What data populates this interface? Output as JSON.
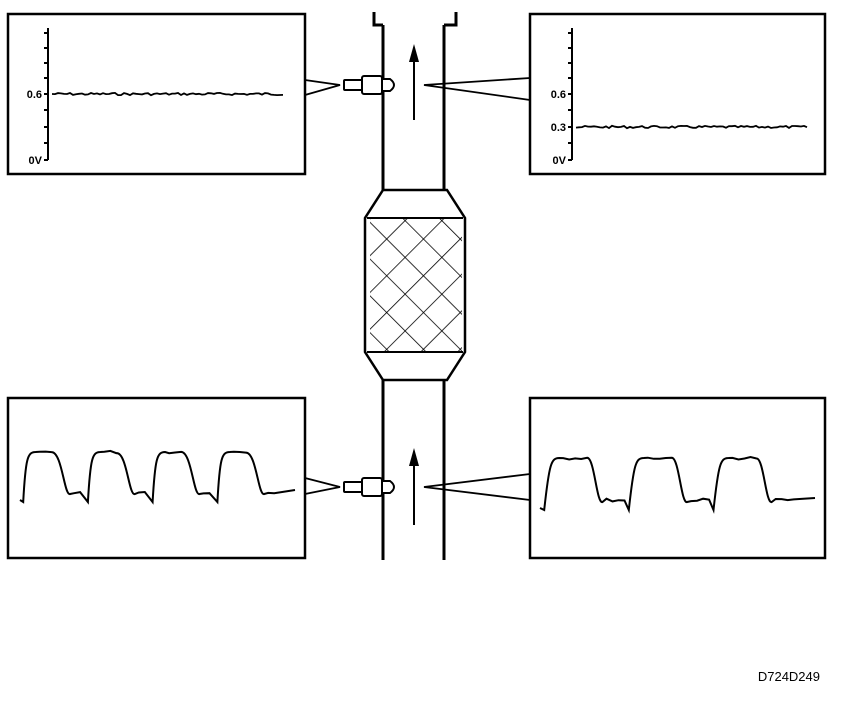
{
  "figure": {
    "code": "D724D249",
    "stroke_color": "#000000",
    "background_color": "#ffffff"
  },
  "panels": {
    "top_left": {
      "axis_ticks": [
        "0.6",
        "0V"
      ],
      "signal": "steady",
      "level": 0.6
    },
    "top_right": {
      "axis_ticks": [
        "0.6",
        "0.3",
        "0V"
      ],
      "signal": "steady",
      "level": 0.3
    },
    "bottom_left": {
      "signal": "switching",
      "cycles": 4
    },
    "bottom_right": {
      "signal": "switching",
      "cycles": 3
    }
  },
  "sensors": {
    "downstream": "sensor-icon",
    "upstream": "sensor-icon"
  },
  "flow_direction": "up"
}
